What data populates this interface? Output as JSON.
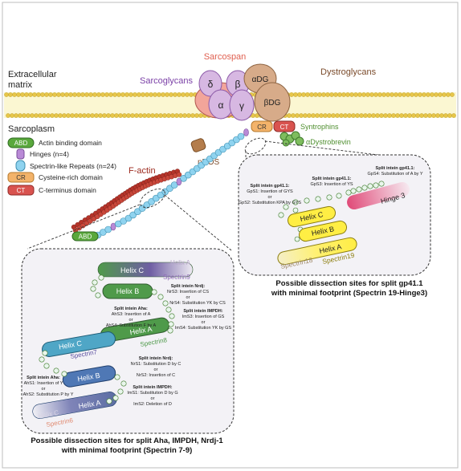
{
  "environment": {
    "extracellular": [
      "Extracellular",
      "matrix"
    ],
    "sarcoplasm": "Sarcoplasm"
  },
  "complex": {
    "sarcospan": "Sarcospan",
    "dystroglycans": "Dystroglycans",
    "sarcoglycans": "Sarcoglycans",
    "delta": "δ",
    "beta": "β",
    "alpha": "α",
    "gamma": "γ",
    "alpha_dg": "αDG",
    "beta_dg": "βDG",
    "cr": "CR",
    "ct": "CT",
    "syntrophins": "Syntrophins",
    "dystrobrevin": "αDystrobrevin",
    "nnos": "nNOS",
    "factin": "F-actin",
    "abd": "ABD"
  },
  "legend": [
    {
      "tag": "ABD",
      "label": "Actin binding domain",
      "color": "#5aa83c"
    },
    {
      "tag": "",
      "label": "Hinges (n=4)",
      "color": "#b98ad6"
    },
    {
      "tag": "",
      "label": "Spectrin-like Repeats (n=24)",
      "color": "#8fd3ef"
    },
    {
      "tag": "CR",
      "label": "Cysteine-rich domain",
      "color": "#f3b36a"
    },
    {
      "tag": "CT",
      "label": "C-terminus domain",
      "color": "#d9534f"
    }
  ],
  "gp41": {
    "hinge": "Hinge 3",
    "helix_c": "Helix C",
    "helix_b": "Helix B",
    "helix_a": "Helix A",
    "spectrin18": "Spectrin18",
    "spectrin19": "Spectrin19",
    "gps4_title": "Split intein gp41.1:",
    "gps4_line": "GpS4: Substitution of A by Y",
    "gps3_title": "Split intein gp41.1:",
    "gps3_line": "GpS3: Insertion of YS",
    "gps1_title": "Split intein gp41.1:",
    "gps1_line": "GpS1: Insertion of GYS",
    "or1": "or",
    "gps2_line": "GpS2: Substitution KPA by GYS",
    "caption": [
      "Possible dissection sites for split gp41.1",
      "with minimal footprint (Spectrin 19-Hinge3)"
    ]
  },
  "aha": {
    "helix_c_top": "Helix C",
    "helix_a_top": "Helix A",
    "spectrin9": "Spectrin9",
    "helix_b_top": "Helix B",
    "helix_a_mid": "Helix A",
    "spectrin8": "Spectrin8",
    "helix_c_mid": "Helix C",
    "spectrin7": "Spectrin7",
    "helix_b_low": "Helix B",
    "helix_a_low": "Helix A",
    "helix_c_low": "Helix C",
    "spectrin6": "Spectrin6",
    "nrdj_top_title": "Split intein Nrdj:",
    "nrs3": "NrS3: Insertion of CS",
    "or_a": "or",
    "nrs4": "NrS4: Substitution YK by CS",
    "aha_mid_title": "Split intein Aha:",
    "ahs3": "AhS3: Insertion of A",
    "or_b": "or",
    "ahs4": "AhS4: Substitution F by A",
    "impdh_mid_title": "Split intein IMPDH:",
    "ims3": "ImS3: Insertion of GS",
    "or_c": "or",
    "ims4": "ImS4: Substitution YK by GS",
    "nrdj_low_title": "Split intein Nrdj:",
    "nrs1": "NrS1: Substitution D by C",
    "or_d": "or",
    "nrs2": "NrS2: Insertion of C",
    "aha_low_title": "Split intein Aha:",
    "ahs1": "AhS1: Insertion of Y",
    "or_e": "or",
    "ahs2": "AhS2: Substitution P by Y",
    "impdh_low_title": "Split intein IMPDH:",
    "ims1": "ImS1: Substitution D by G",
    "or_f": "or",
    "ims2": "ImS2: Deletion of D",
    "caption": [
      "Possible dissection sites for split Aha, IMPDH, Nrdj-1",
      "with minimal footprint (Spectrin 7-9)"
    ]
  }
}
